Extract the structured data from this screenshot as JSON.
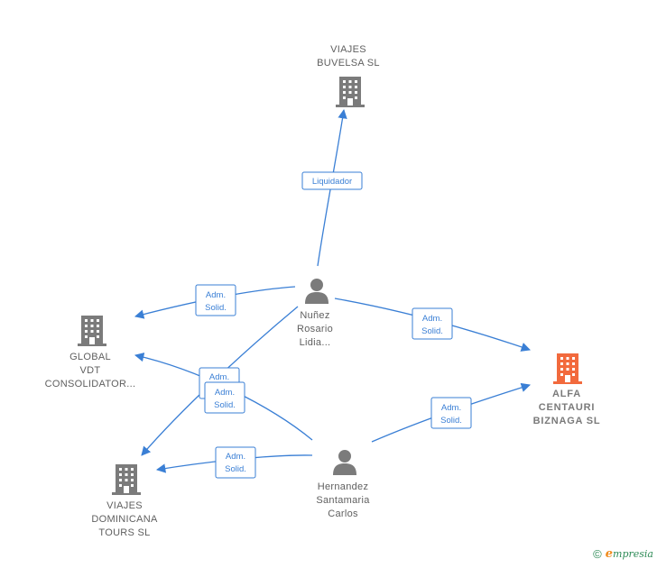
{
  "nodes": {
    "viajes_buvelsa": {
      "label": "VIAJES\nBUVELSA SL",
      "type": "company"
    },
    "global_vdt": {
      "label": "GLOBAL\nVDT\nCONSOLIDATOR...",
      "type": "company"
    },
    "viajes_dominicana": {
      "label": "VIAJES\nDOMINICANA\nTOURS SL",
      "type": "company"
    },
    "alfa_centauri": {
      "label": "ALFA\nCENTAURI\nBIZNAGA SL",
      "type": "company-highlight"
    },
    "nunez": {
      "label": "Nuñez\nRosario\nLidia...",
      "type": "person"
    },
    "hernandez": {
      "label": "Hernandez\nSantamaria\nCarlos",
      "type": "person"
    }
  },
  "edges": [
    {
      "id": "nunez-buvelsa",
      "label": "Liquidador"
    },
    {
      "id": "nunez-global",
      "label": "Adm.\nSolid."
    },
    {
      "id": "nunez-alfa",
      "label": "Adm.\nSolid."
    },
    {
      "id": "nunez-dominicana",
      "label": "Adm.\nSolid."
    },
    {
      "id": "hernandez-global",
      "label": "Adm.\nSolid."
    },
    {
      "id": "hernandez-dominicana",
      "label": "Adm.\nSolid."
    },
    {
      "id": "hernandez-alfa",
      "label": "Adm.\nSolid."
    }
  ],
  "colors": {
    "edge": "#3a7fd5",
    "company_icon": "#7b7b7b",
    "highlight_icon": "#f26a3d",
    "person_icon": "#7b7b7b"
  },
  "footer": {
    "copyright": "©",
    "brand_initial": "e",
    "brand_rest": "mpresia"
  }
}
